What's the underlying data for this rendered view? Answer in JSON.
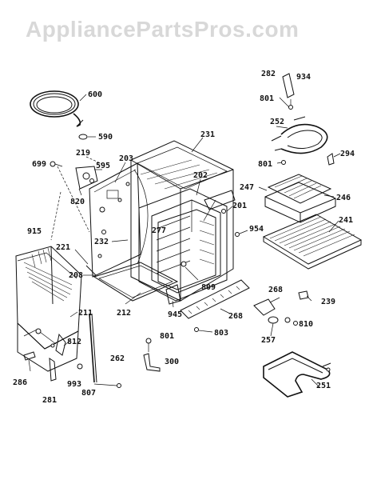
{
  "watermark": "AppliancePartsPros.com",
  "part_labels": [
    {
      "id": "p600",
      "text": "600"
    },
    {
      "id": "p590",
      "text": "590"
    },
    {
      "id": "p219",
      "text": "219"
    },
    {
      "id": "p699",
      "text": "699"
    },
    {
      "id": "p595",
      "text": "595"
    },
    {
      "id": "p203",
      "text": "203"
    },
    {
      "id": "p231",
      "text": "231"
    },
    {
      "id": "p820",
      "text": "820"
    },
    {
      "id": "p202",
      "text": "202"
    },
    {
      "id": "p915",
      "text": "915"
    },
    {
      "id": "p221",
      "text": "221"
    },
    {
      "id": "p232",
      "text": "232"
    },
    {
      "id": "p277",
      "text": "277"
    },
    {
      "id": "p201",
      "text": "201"
    },
    {
      "id": "p954",
      "text": "954"
    },
    {
      "id": "p208",
      "text": "208"
    },
    {
      "id": "p809",
      "text": "809"
    },
    {
      "id": "p211",
      "text": "211"
    },
    {
      "id": "p212",
      "text": "212"
    },
    {
      "id": "p945",
      "text": "945"
    },
    {
      "id": "p268a",
      "text": "268"
    },
    {
      "id": "p812",
      "text": "812"
    },
    {
      "id": "p803",
      "text": "803"
    },
    {
      "id": "p801c",
      "text": "801"
    },
    {
      "id": "p262",
      "text": "262"
    },
    {
      "id": "p300",
      "text": "300"
    },
    {
      "id": "p286",
      "text": "286"
    },
    {
      "id": "p993",
      "text": "993"
    },
    {
      "id": "p807",
      "text": "807"
    },
    {
      "id": "p281",
      "text": "281"
    },
    {
      "id": "p282",
      "text": "282"
    },
    {
      "id": "p934",
      "text": "934"
    },
    {
      "id": "p801a",
      "text": "801"
    },
    {
      "id": "p252",
      "text": "252"
    },
    {
      "id": "p294",
      "text": "294"
    },
    {
      "id": "p801b",
      "text": "801"
    },
    {
      "id": "p247",
      "text": "247"
    },
    {
      "id": "p246",
      "text": "246"
    },
    {
      "id": "p241",
      "text": "241"
    },
    {
      "id": "p268b",
      "text": "268"
    },
    {
      "id": "p239",
      "text": "239"
    },
    {
      "id": "p810",
      "text": "810"
    },
    {
      "id": "p257",
      "text": "257"
    },
    {
      "id": "p251",
      "text": "251"
    }
  ]
}
